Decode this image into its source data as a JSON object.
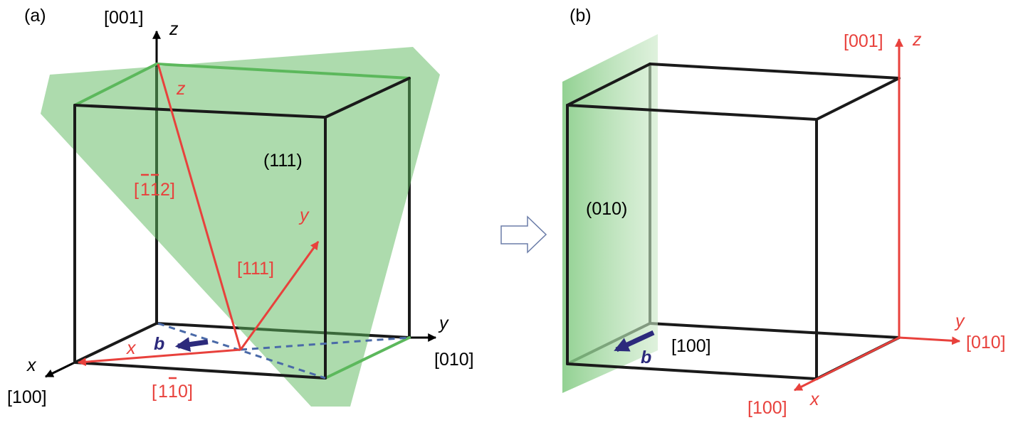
{
  "panel_a": {
    "panel_label": "(a)",
    "axis_z_direction": "[001]",
    "axis_z_letter": "z",
    "axis_y_letter": "y",
    "axis_y_direction": "[010]",
    "axis_x_letter": "x",
    "axis_x_direction": "[100]",
    "plane_label": "(111)",
    "local_z_letter": "z",
    "local_z_direction_digit1": "1",
    "local_z_direction_digit2": "1",
    "local_z_direction_digit3": "2",
    "local_y_letter": "y",
    "local_y_direction": "[111]",
    "local_x_letter": "x",
    "local_x_direction_digit1": "1",
    "local_x_direction_digit2": "1",
    "local_x_direction_digit3": "0",
    "burgers_label": "b"
  },
  "panel_b": {
    "panel_label": "(b)",
    "axis_z_direction": "[001]",
    "axis_z_letter": "z",
    "axis_y_letter": "y",
    "axis_y_direction": "[010]",
    "axis_x_letter": "x",
    "axis_x_direction": "[100]",
    "plane_label": "(010)",
    "burgers_label": "b",
    "burgers_direction": "[100]"
  },
  "colors": {
    "red": "#e8413c",
    "black": "#1a1a1a",
    "green_plane": "#5cb85c",
    "navy_arrow": "#2c2a7c",
    "dashed_blue": "#4a6aa8"
  },
  "icons": {
    "transition_arrow": "hollow-right-arrow-icon"
  }
}
